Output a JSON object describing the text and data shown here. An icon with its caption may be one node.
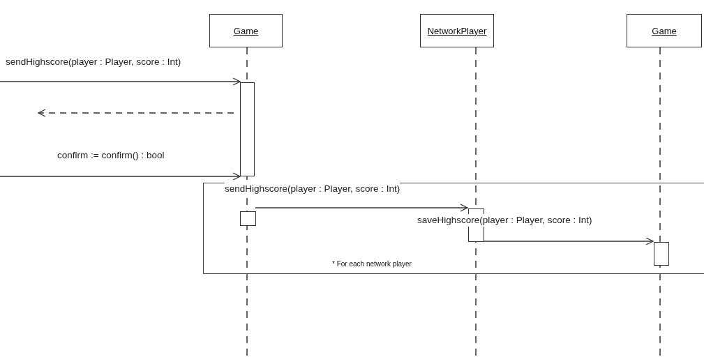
{
  "diagram": {
    "nodes": [
      {
        "text": [
          "Game"
        ]
      },
      {
        "text": [
          "NetworkPlayer"
        ]
      },
      {
        "text": [
          "Game"
        ]
      },
      {
        "text": [],
        "shape": "bar"
      },
      {
        "text": [
          "* For each network player"
        ]
      },
      {
        "text": [],
        "shape": "bar",
        "in": 4
      },
      {
        "text": [],
        "shape": "bar",
        "in": 4
      },
      {
        "text": [],
        "shape": "bar",
        "in": 4
      }
    ],
    "edges": [
      {
        "from": null,
        "to": 3,
        "arrow": "to",
        "label": "sendHighscore(player : Player, score : Int)"
      },
      {
        "from": 3,
        "to": null,
        "arrow": "to",
        "style": "dashed"
      },
      {
        "from": null,
        "to": 3,
        "arrow": "to",
        "label": "confirm := confirm() : bool"
      },
      {
        "from": 5,
        "to": 6,
        "arrow": "to",
        "label": "sendHighscore(player : Player, score : Int)"
      },
      {
        "from": 6,
        "to": 7,
        "arrow": "to",
        "label": "saveHighscore(player : Player, score : Int)"
      }
    ]
  }
}
